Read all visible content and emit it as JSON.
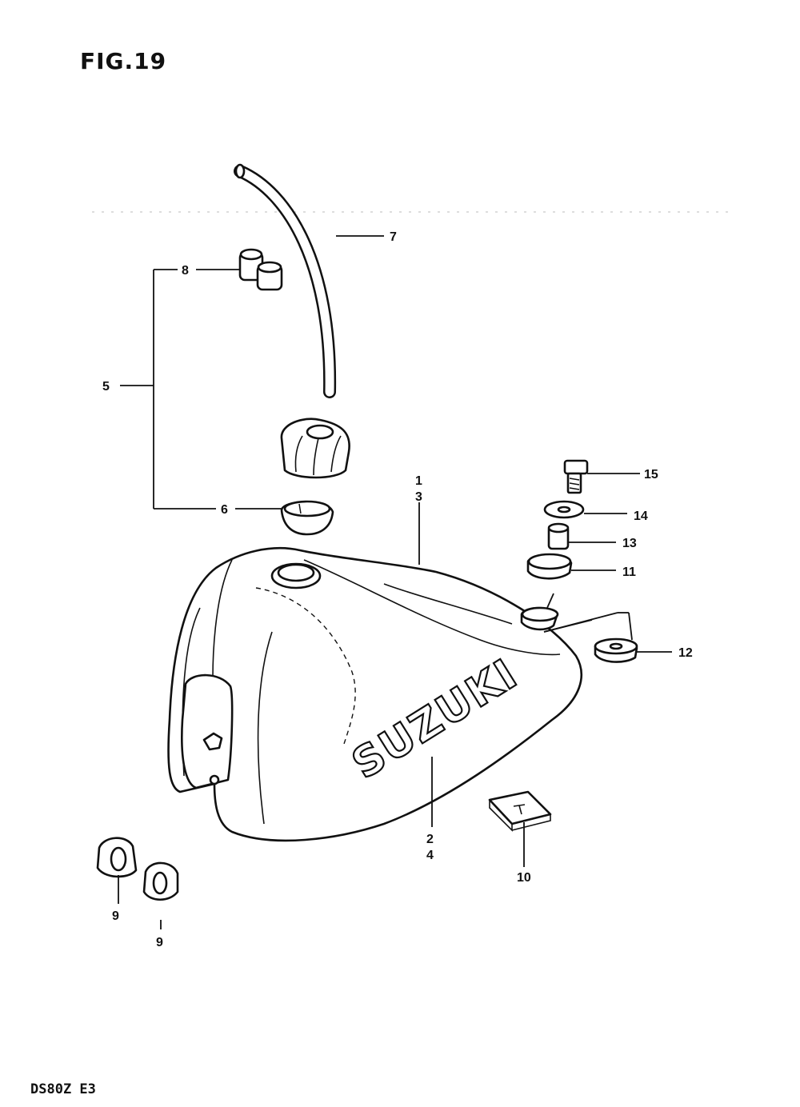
{
  "figure": {
    "title": "FIG.19",
    "model_code": "DS80Z E3",
    "brand_text": "SUZUKI"
  },
  "callouts": {
    "c1": "1",
    "c2": "2",
    "c3": "3",
    "c4": "4",
    "c5": "5",
    "c6": "6",
    "c7": "7",
    "c8": "8",
    "c9a": "9",
    "c9b": "9",
    "c10": "10",
    "c11": "11",
    "c12": "12",
    "c13": "13",
    "c14": "14",
    "c15": "15"
  },
  "colors": {
    "ink": "#111111",
    "paper": "#ffffff"
  }
}
